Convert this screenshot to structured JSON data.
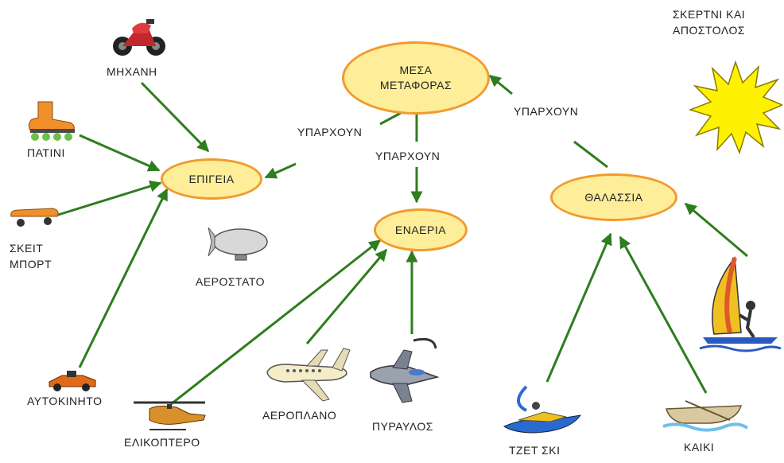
{
  "nodes": {
    "mesa": "ΜΕΣΑ\nΜΕΤΑΦΟΡΑΣ",
    "epigeia": "ΕΠΙΓΕΙΑ",
    "enaeria": "ΕΝΑΕΡΙΑ",
    "thalassia": "ΘΑΛΑΣΣΙΑ"
  },
  "links": {
    "left": "ΥΠΑΡΧΟΥΝ",
    "middle": "ΥΠΑΡΧΟΥΝ",
    "right": "ΥΠΑΡΧΟΥΝ"
  },
  "items": {
    "mixani": "ΜΗΧΑΝΗ",
    "patini": "ΠΑΤΙΝΙ",
    "skeitmport": "ΣΚΕΙΤ\nΜΠΟΡΤ",
    "aerostato": "ΑΕΡΟΣΤΑΤΟ",
    "aftokinito": "ΑΥΤΟΚΙΝΗΤΟ",
    "elikoptero": "ΕΛΙΚΟΠΤΕΡΟ",
    "aeroplano": "ΑΕΡΟΠΛΑΝΟ",
    "pyravlos": "ΠΥΡΑΥΛΟΣ",
    "tzetski": "ΤΖΕΤ ΣΚΙ",
    "kaiki": "ΚΑΙΚΙ"
  },
  "authors": "ΣΚΕΡΤΝΙ ΚΑΙ\nΑΠΟΣΤΟΛΟΣ",
  "colors": {
    "arrow": "#2e7d1e",
    "node_fill": "#ffee99",
    "node_border": "#f29a2e",
    "sun": "#fff200"
  },
  "icons": [
    "motorcycle-icon",
    "roller-skate-icon",
    "skateboard-icon",
    "blimp-icon",
    "race-car-icon",
    "helicopter-icon",
    "airplane-icon",
    "rocket-jet-icon",
    "jet-ski-icon",
    "rowboat-icon",
    "windsurfer-icon",
    "sun-icon"
  ]
}
